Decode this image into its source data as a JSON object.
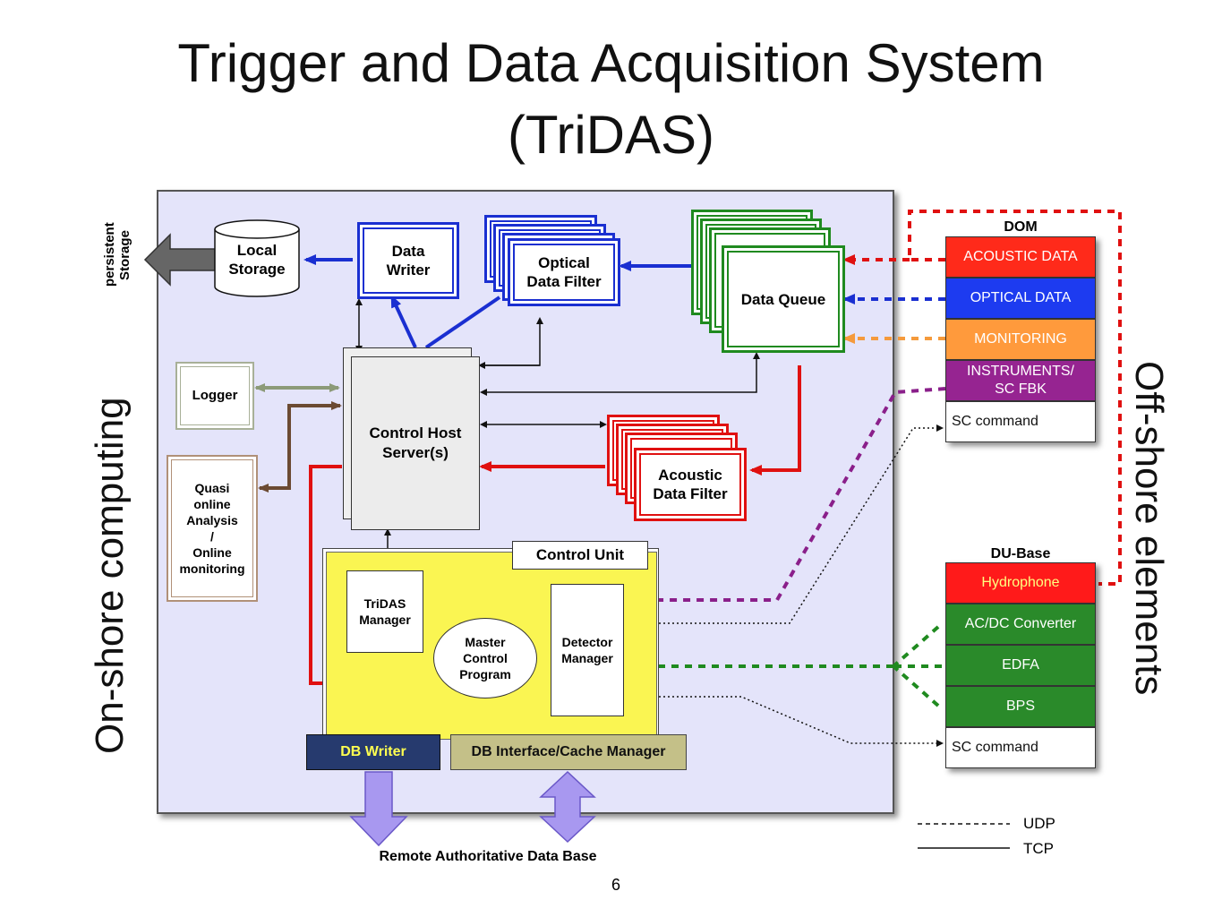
{
  "title": {
    "line1": "Trigger and Data Acquisition System",
    "line2": "(TriDAS)"
  },
  "side": {
    "persistent_storage": "persistent\nStorage",
    "on_shore": "On-shore computing",
    "off_shore": "Off-shore elements"
  },
  "boxes": {
    "local_storage": "Local\nStorage",
    "data_writer": "Data\nWriter",
    "optical_data_filter": "Optical\nData Filter",
    "data_queue": "Data Queue",
    "logger": "Logger",
    "quasi_online": "Quasi\nonline\nAnalysis\n/\nOnline\nmonitoring",
    "control_host": "Control Host\nServer(s)",
    "acoustic_data_filter": "Acoustic\nData Filter",
    "control_unit": "Control Unit",
    "tridas_manager": "TriDAS\nManager",
    "master_control": "Master\nControl\nProgram",
    "detector_manager": "Detector\nManager",
    "db_writer": "DB Writer",
    "db_interface": "DB Interface/Cache Manager",
    "remote_db": "Remote Authoritative Data Base"
  },
  "dom": {
    "title": "DOM",
    "rows": [
      {
        "label": "ACOUSTIC DATA",
        "color": "#ff2a1a"
      },
      {
        "label": "OPTICAL DATA",
        "color": "#1d3bf0"
      },
      {
        "label": "MONITORING",
        "color": "#ff9a3c"
      },
      {
        "label": "INSTRUMENTS/\nSC FBK",
        "color": "#962491"
      },
      {
        "label": "SC command",
        "color": "#ffffff"
      }
    ]
  },
  "du_base": {
    "title": "DU-Base",
    "rows": [
      {
        "label": "Hydrophone",
        "color": "#ff1a1a",
        "text_color": "#ffff80"
      },
      {
        "label": "AC/DC Converter",
        "color": "#2a8a2a"
      },
      {
        "label": "EDFA",
        "color": "#2a8a2a"
      },
      {
        "label": "BPS",
        "color": "#2a8a2a"
      },
      {
        "label": "SC command",
        "color": "#ffffff"
      }
    ]
  },
  "legend": {
    "udp": "UDP",
    "tcp": "TCP"
  },
  "page_number": "6"
}
